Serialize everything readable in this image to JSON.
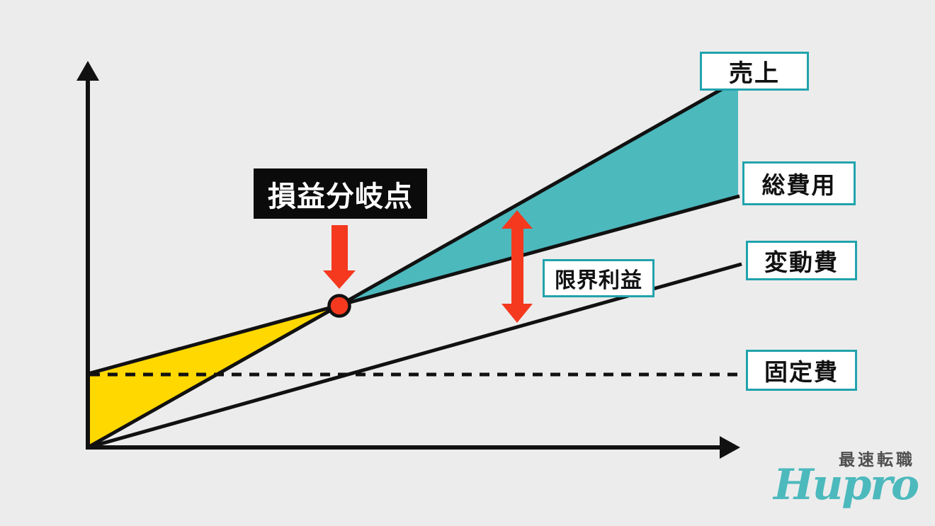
{
  "colors": {
    "background": "#ececec",
    "line": "#111111",
    "profit_area_fill": "#4cb9bd",
    "loss_area_fill": "#ffd800",
    "label_border": "#21a3ad",
    "label_bg": "#ffffff",
    "red_accent": "#f4391f",
    "logo_teal": "#4cb9bd",
    "logo_gray": "#4f4f4f"
  },
  "labels": {
    "sales": "売上",
    "total_cost": "総費用",
    "variable_cost": "変動費",
    "fixed_cost": "固定費",
    "marginal_profit": "限界利益",
    "break_even_point": "損益分岐点"
  },
  "logo": {
    "tagline": "最速転職",
    "brand": "Hupro"
  },
  "chart_data": {
    "type": "line",
    "axes": {
      "x_tick_labels": [],
      "y_tick_labels": [],
      "grid": false
    },
    "series": [
      {
        "name": "売上",
        "style": "solid",
        "points_norm": [
          [
            0.0,
            0.0
          ],
          [
            1.0,
            0.955
          ]
        ]
      },
      {
        "name": "総費用",
        "style": "solid",
        "points_norm": [
          [
            0.0,
            0.19
          ],
          [
            1.0,
            0.655
          ]
        ]
      },
      {
        "name": "変動費",
        "style": "solid",
        "points_norm": [
          [
            0.0,
            0.0
          ],
          [
            1.0,
            0.475
          ]
        ]
      },
      {
        "name": "固定費",
        "style": "dashed",
        "points_norm": [
          [
            0.0,
            0.19
          ],
          [
            1.0,
            0.19
          ]
        ]
      }
    ],
    "break_even_point_norm": [
      0.386,
      0.37
    ],
    "areas": [
      {
        "key": "loss_area",
        "between": [
          "総費用",
          "売上"
        ],
        "side": "left_of_break_even",
        "color": "#ffd800"
      },
      {
        "key": "profit_area",
        "between": [
          "売上",
          "総費用"
        ],
        "side": "right_of_break_even",
        "color": "#4cb9bd"
      }
    ],
    "annotations": [
      "損益分岐点",
      "限界利益"
    ],
    "legend_position": "right-edge-callout-boxes"
  }
}
